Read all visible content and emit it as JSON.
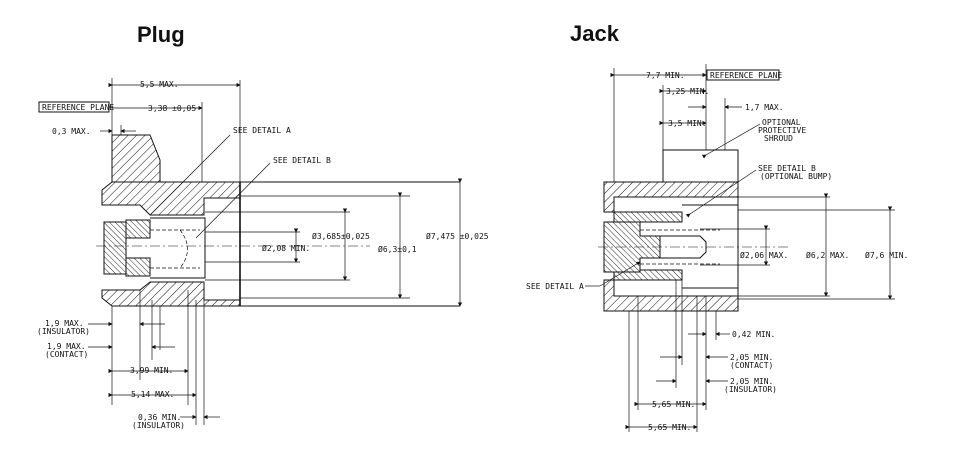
{
  "plug": {
    "title": "Plug",
    "reference_plane": "REFERENCE PLANE",
    "dim_55": "5,5 MAX.",
    "dim_338": "3,38 ±0,05",
    "dim_03": "0,3 MAX.",
    "detail_a": "SEE DETAIL  A",
    "detail_b": "SEE DETAIL B",
    "dia_3685": "Ø3,685±0,025",
    "dia_208": "Ø2,08 MIN.",
    "dia_63": "Ø6,3±0,1",
    "dia_7475": "Ø7,475 ±0,025",
    "dim_19_ins_1": "1,9 MAX.",
    "dim_19_ins_2": "(INSULATOR)",
    "dim_19_con_1": "1,9 MAX.",
    "dim_19_con_2": "(CONTACT)",
    "dim_399": "3,99 MIN.",
    "dim_514": "5,14 MAX.",
    "dim_036_1": "0,36 MIN.",
    "dim_036_2": "(INSULATOR)"
  },
  "jack": {
    "title": "Jack",
    "reference_plane": "REFERENCE PLANE",
    "dim_77": "7,7 MIN.",
    "dim_325": "3,25 MIN.",
    "dim_17": "1,7 MAX.",
    "dim_35": "3,5 MIN.",
    "shroud_1": "OPTIONAL",
    "shroud_2": "PROTECTIVE",
    "shroud_3": "SHROUD",
    "detail_b_1": "SEE DETAIL  B",
    "detail_b_2": "(OPTIONAL BUMP)",
    "dia_206": "Ø2,06 MAX.",
    "dia_62": "Ø6,2 MAX.",
    "dia_76": "Ø7,6 MIN.",
    "detail_a": "SEE DETAIL  A",
    "dim_042": "0,42 MIN.",
    "dim_205_con_1": "2,05 MIN.",
    "dim_205_con_2": "(CONTACT)",
    "dim_205_ins_1": "2,05 MIN.",
    "dim_205_ins_2": "(INSULATOR)",
    "dim_565a": "5,65 MIN.",
    "dim_565b": "5,65 MIN."
  }
}
